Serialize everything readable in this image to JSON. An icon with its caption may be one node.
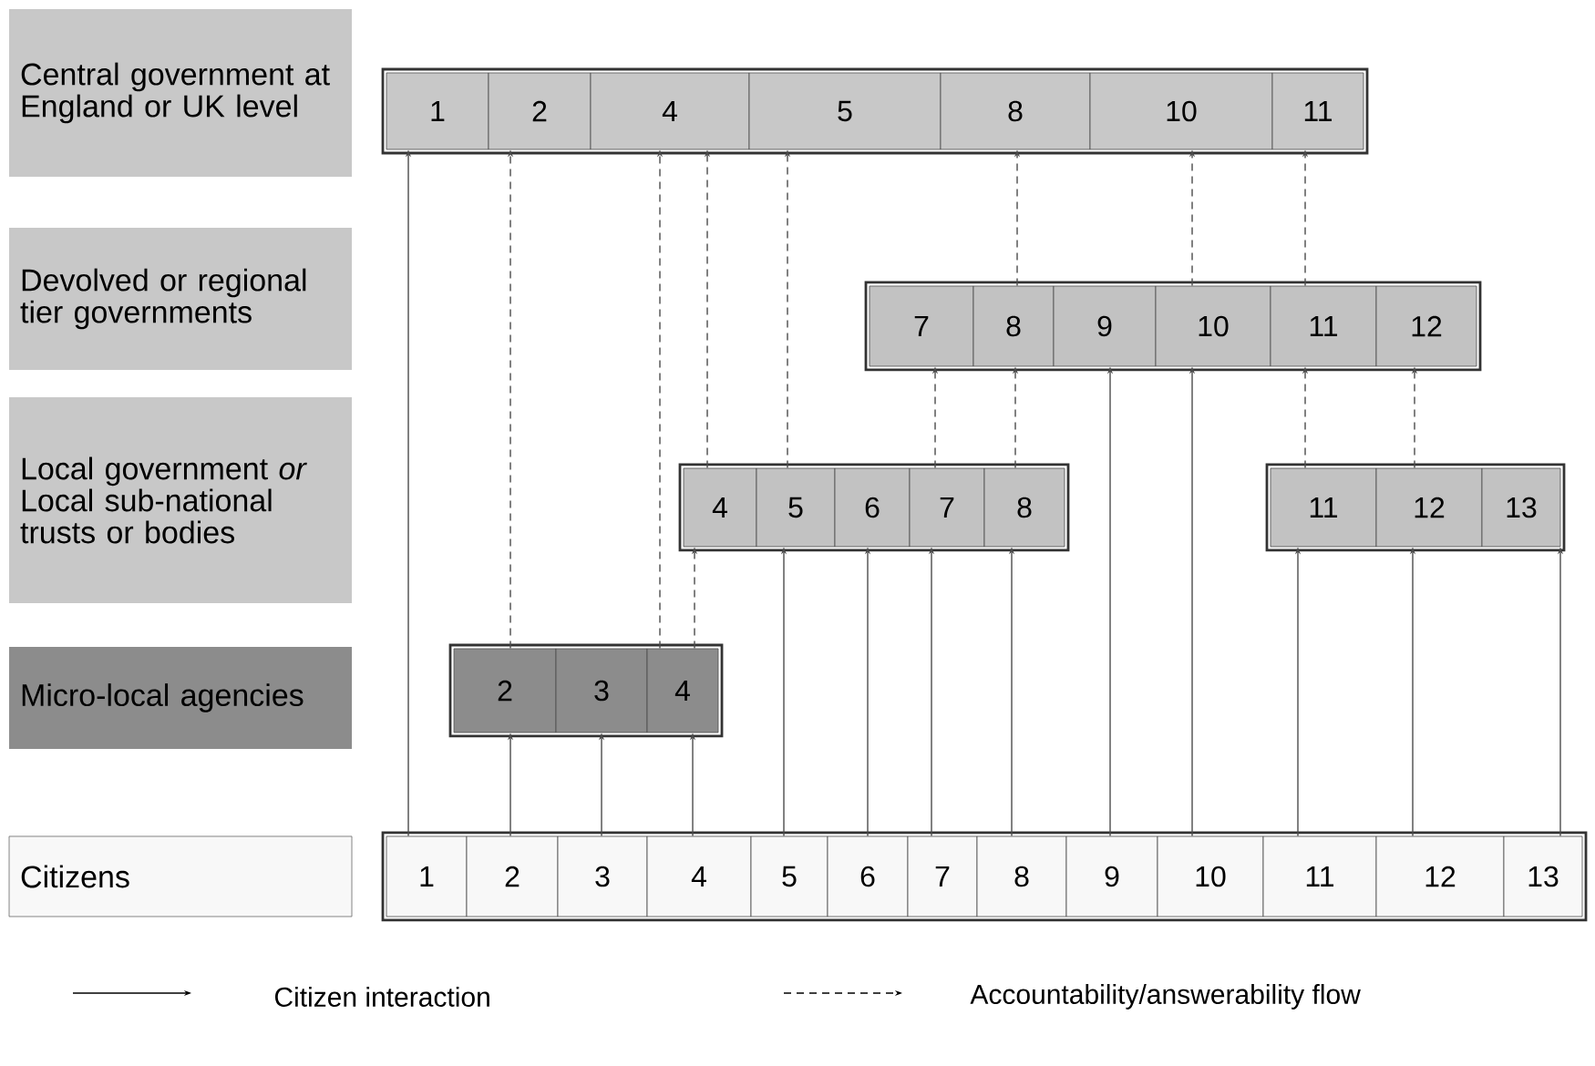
{
  "diagram": {
    "nodes": [
      {
        "text": [
          "Central government at England or UK level"
        ]
      },
      {
        "text": [
          "1"
        ]
      },
      {
        "text": [
          "2"
        ]
      },
      {
        "text": [
          "4"
        ]
      },
      {
        "text": [
          "5"
        ]
      },
      {
        "text": [
          "8"
        ]
      },
      {
        "text": [
          "10"
        ]
      },
      {
        "text": [
          "11"
        ]
      },
      {
        "text": [
          "Devolved or regional tier governments"
        ]
      },
      {
        "text": [
          "7"
        ]
      },
      {
        "text": [
          "8"
        ]
      },
      {
        "text": [
          "9"
        ]
      },
      {
        "text": [
          "10"
        ]
      },
      {
        "text": [
          "11"
        ]
      },
      {
        "text": [
          "12"
        ]
      },
      {
        "text": [
          "Local government *or* Local sub-national trusts or bodies"
        ]
      },
      {
        "text": [
          "4"
        ]
      },
      {
        "text": [
          "5"
        ]
      },
      {
        "text": [
          "6"
        ]
      },
      {
        "text": [
          "7"
        ]
      },
      {
        "text": [
          "8"
        ]
      },
      {
        "text": [
          "11"
        ]
      },
      {
        "text": [
          "12"
        ]
      },
      {
        "text": [
          "13"
        ]
      },
      {
        "text": [
          "Micro-local agencies"
        ]
      },
      {
        "text": [
          "2"
        ]
      },
      {
        "text": [
          "3"
        ]
      },
      {
        "text": [
          "4"
        ]
      },
      {
        "text": [
          "Citizens"
        ]
      },
      {
        "text": [
          "1"
        ]
      },
      {
        "text": [
          "2"
        ]
      },
      {
        "text": [
          "3"
        ]
      },
      {
        "text": [
          "4"
        ]
      },
      {
        "text": [
          "5"
        ]
      },
      {
        "text": [
          "6"
        ]
      },
      {
        "text": [
          "7"
        ]
      },
      {
        "text": [
          "8"
        ]
      },
      {
        "text": [
          "9"
        ]
      },
      {
        "text": [
          "10"
        ]
      },
      {
        "text": [
          "11"
        ]
      },
      {
        "text": [
          "12"
        ]
      },
      {
        "text": [
          "13"
        ]
      }
    ],
    "edges": [
      {
        "from": 29,
        "to": 1,
        "arrow": "to"
      },
      {
        "from": 30,
        "to": 25,
        "arrow": "to"
      },
      {
        "from": 31,
        "to": 26,
        "arrow": "to"
      },
      {
        "from": 32,
        "to": 27,
        "arrow": "to"
      },
      {
        "from": 33,
        "to": 17,
        "arrow": "to"
      },
      {
        "from": 34,
        "to": 18,
        "arrow": "to"
      },
      {
        "from": 35,
        "to": 19,
        "arrow": "to"
      },
      {
        "from": 36,
        "to": 20,
        "arrow": "to"
      },
      {
        "from": 37,
        "to": 11,
        "arrow": "to"
      },
      {
        "from": 38,
        "to": 12,
        "arrow": "to"
      },
      {
        "from": 39,
        "to": 21,
        "arrow": "to"
      },
      {
        "from": 40,
        "to": 22,
        "arrow": "to"
      },
      {
        "from": 41,
        "to": 23,
        "arrow": "to"
      },
      {
        "from": 25,
        "to": 2,
        "arrow": "to",
        "style": "dashed"
      },
      {
        "from": 27,
        "to": 3,
        "arrow": "to",
        "style": "dashed"
      },
      {
        "from": 27,
        "to": 16,
        "arrow": "to",
        "style": "dashed"
      },
      {
        "from": 16,
        "to": 3,
        "arrow": "to",
        "style": "dashed"
      },
      {
        "from": 17,
        "to": 4,
        "arrow": "to",
        "style": "dashed"
      },
      {
        "from": 19,
        "to": 9,
        "arrow": "to",
        "style": "dashed"
      },
      {
        "from": 20,
        "to": 10,
        "arrow": "to",
        "style": "dashed"
      },
      {
        "from": 21,
        "to": 13,
        "arrow": "to",
        "style": "dashed"
      },
      {
        "from": 22,
        "to": 14,
        "arrow": "to",
        "style": "dashed"
      },
      {
        "from": 10,
        "to": 5,
        "arrow": "to",
        "style": "dashed"
      },
      {
        "from": 12,
        "to": 6,
        "arrow": "to",
        "style": "dashed"
      },
      {
        "from": 13,
        "to": 7,
        "arrow": "to",
        "style": "dashed"
      }
    ],
    "legend": [
      {
        "text": "Citizen interaction"
      },
      {
        "text": "Accountability/answerability flow"
      }
    ]
  }
}
